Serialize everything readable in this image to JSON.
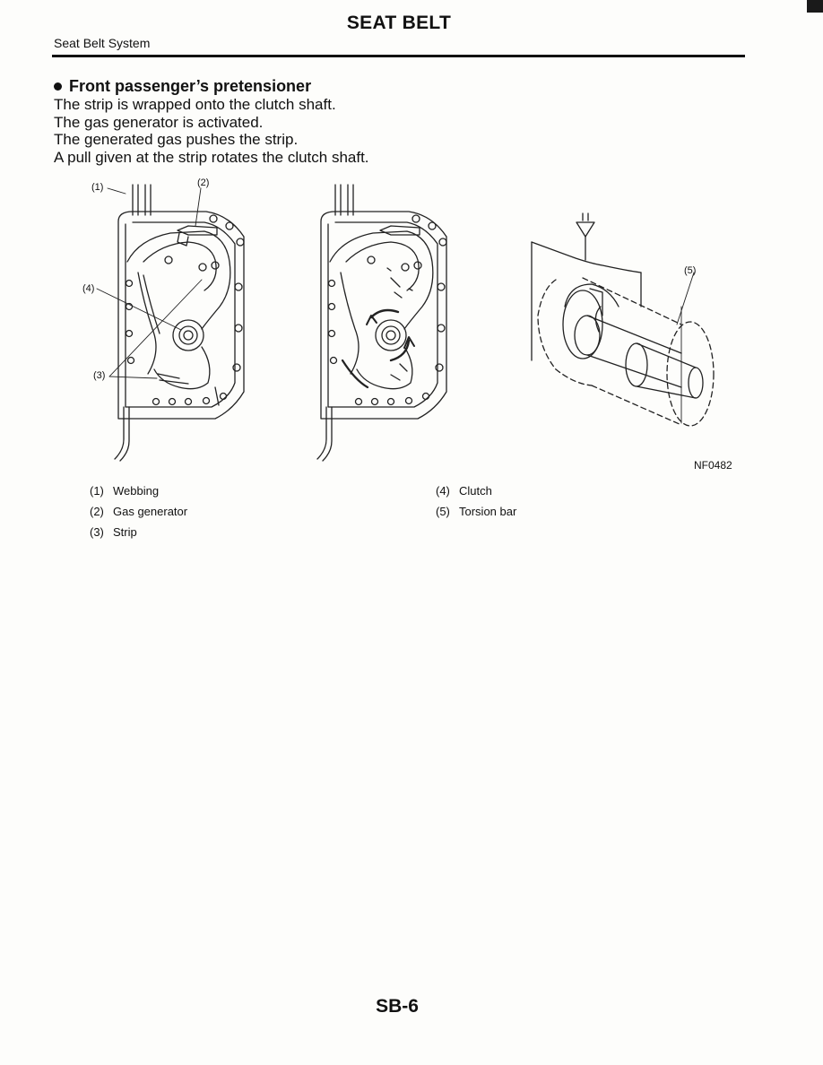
{
  "header": {
    "title": "SEAT BELT",
    "section": "Seat Belt System"
  },
  "content": {
    "heading": "Front passenger’s pretensioner",
    "lines": [
      "The strip is wrapped onto the clutch shaft.",
      "The gas generator is activated.",
      "The generated gas pushes the strip.",
      "A pull given at the strip rotates the clutch shaft."
    ]
  },
  "figure": {
    "callouts": [
      "(1)",
      "(2)",
      "(3)",
      "(4)",
      "(5)"
    ],
    "figure_id": "NF0482"
  },
  "legend": [
    {
      "num": "(1)",
      "label": "Webbing"
    },
    {
      "num": "(2)",
      "label": "Gas generator"
    },
    {
      "num": "(3)",
      "label": "Strip"
    },
    {
      "num": "(4)",
      "label": "Clutch"
    },
    {
      "num": "(5)",
      "label": "Torsion bar"
    }
  ],
  "footer": {
    "page_number": "SB-6"
  }
}
